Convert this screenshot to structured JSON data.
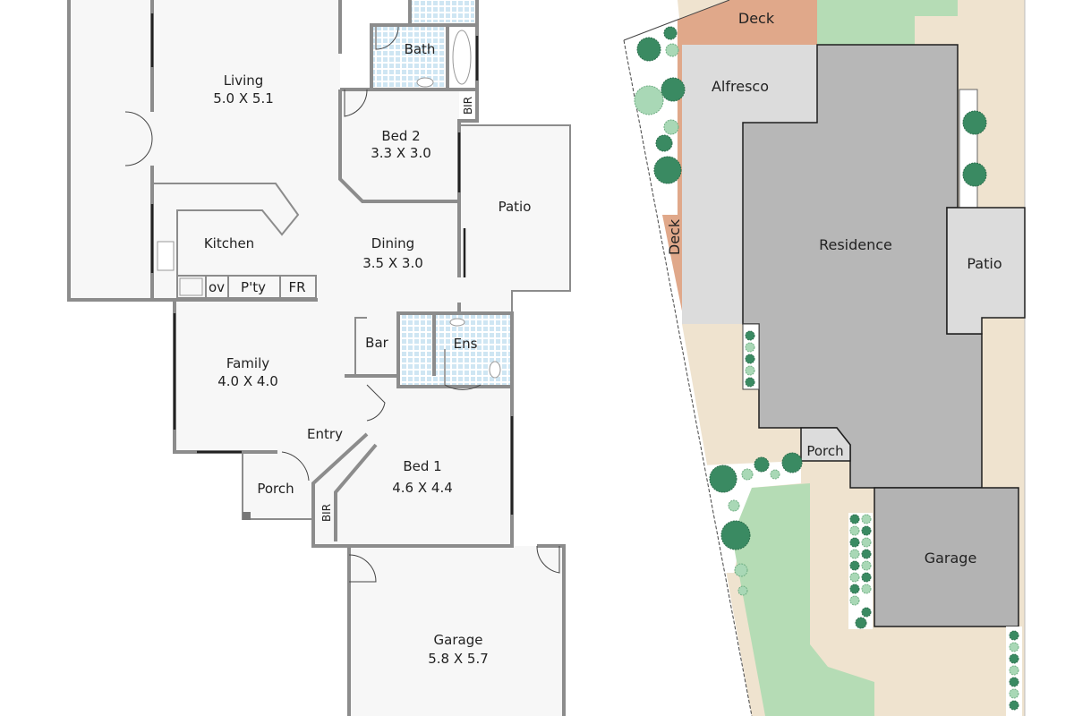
{
  "floor_plan": {
    "rooms": {
      "living": {
        "name": "Living",
        "size": "5.0 X 5.1"
      },
      "bath": {
        "name": "Bath"
      },
      "bed2": {
        "name": "Bed 2",
        "size": "3.3 X 3.0"
      },
      "bir_top": {
        "name": "BIR"
      },
      "patio": {
        "name": "Patio"
      },
      "kitchen": {
        "name": "Kitchen"
      },
      "dining": {
        "name": "Dining",
        "size": "3.5 X 3.0"
      },
      "oven": {
        "name": "ov"
      },
      "pantry": {
        "name": "P'ty"
      },
      "fridge": {
        "name": "FR"
      },
      "bar": {
        "name": "Bar"
      },
      "ensuite": {
        "name": "Ens"
      },
      "family": {
        "name": "Family",
        "size": "4.0 X 4.0"
      },
      "entry": {
        "name": "Entry"
      },
      "porch": {
        "name": "Porch"
      },
      "bed1": {
        "name": "Bed 1",
        "size": "4.6 X 4.4"
      },
      "bir_bottom": {
        "name": "BIR"
      },
      "garage": {
        "name": "Garage",
        "size": "5.8 X 5.7"
      }
    }
  },
  "site_plan": {
    "areas": {
      "deck_top": "Deck",
      "alfresco": "Alfresco",
      "residence": "Residence",
      "patio": "Patio",
      "deck_side": "Deck",
      "porch": "Porch",
      "garage": "Garage"
    },
    "colors": {
      "deck": "#e0a88a",
      "lawn": "#b5dcb5",
      "paving": "#efe3cf",
      "covered": "#dcdcdc",
      "residence": "#b7b7b7",
      "garage": "#b3b3b3",
      "tree_dark": "#3a8a62",
      "tree_light": "#a9d8b6"
    }
  }
}
